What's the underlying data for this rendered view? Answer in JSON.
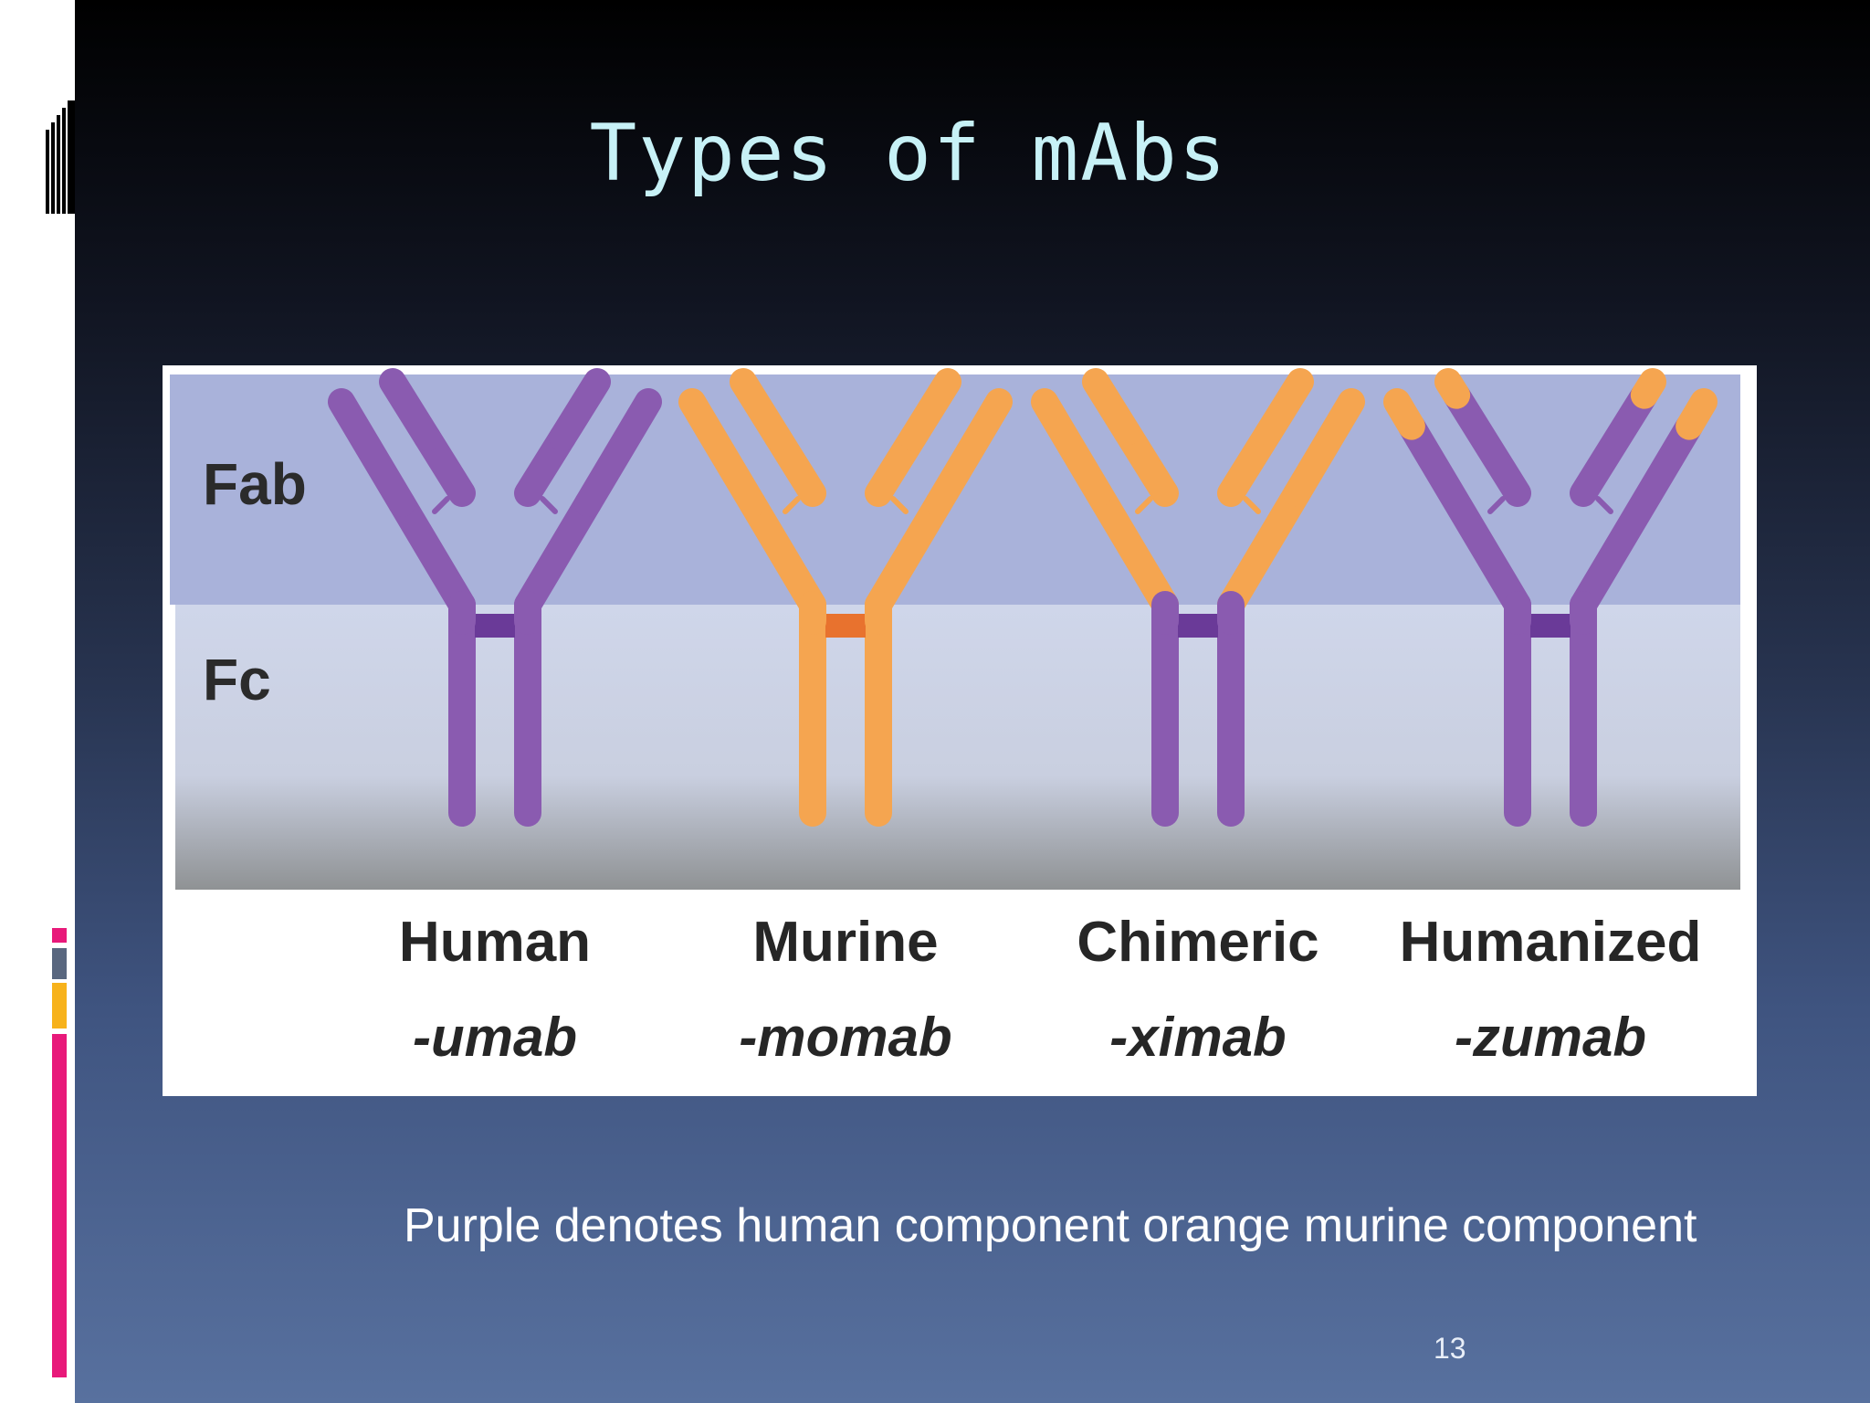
{
  "slide": {
    "title": "Types of mAbs",
    "caption": "Purple denotes human component orange murine component",
    "page_number": "13"
  },
  "diagram": {
    "region_labels": {
      "fab": "Fab",
      "fc": "Fc"
    },
    "antibodies": [
      {
        "name": "Human",
        "suffix": "-umab",
        "arms_tip": "purple",
        "arms": "purple",
        "stem": "purple"
      },
      {
        "name": "Murine",
        "suffix": "-momab",
        "arms_tip": "orange",
        "arms": "orange",
        "stem": "orange"
      },
      {
        "name": "Chimeric",
        "suffix": "-ximab",
        "arms_tip": "orange",
        "arms": "orange",
        "stem": "purple"
      },
      {
        "name": "Humanized",
        "suffix": "-zumab",
        "arms_tip": "orange",
        "arms": "purple",
        "stem": "purple"
      }
    ],
    "colors": {
      "purple": "#8a5bb0",
      "orange": "#f5a550",
      "fab_band": "#a9b2da",
      "fc_band": "#cbd2e8"
    }
  },
  "decor": {
    "bars": [
      "#e8197a",
      "#59677f",
      "#f7b21b",
      "#e8197a"
    ]
  }
}
